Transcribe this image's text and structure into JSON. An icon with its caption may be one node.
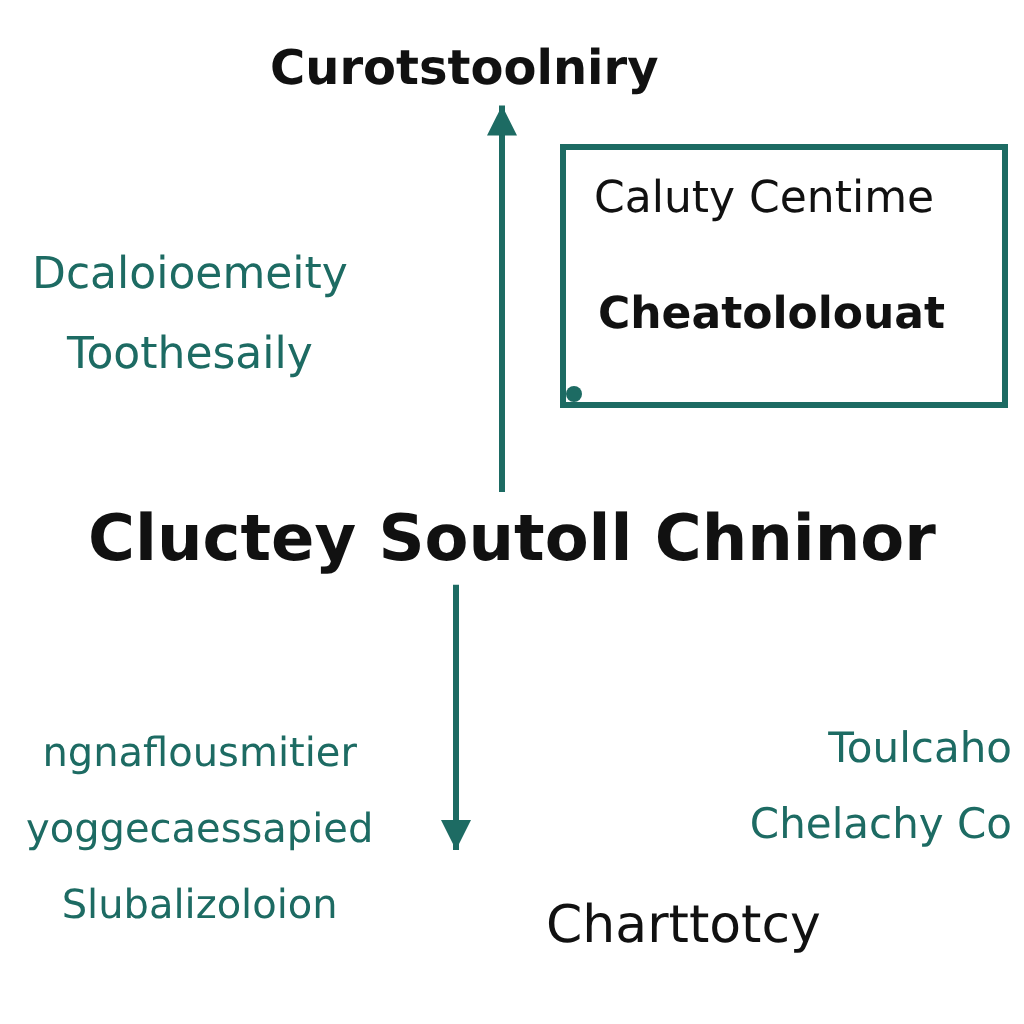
{
  "diagram": {
    "nodes": [
      {
        "text": [
          "Curotstoolniry"
        ]
      },
      {
        "text": [
          "Caluty Centime",
          "Cheatololouat"
        ]
      },
      {
        "text": [
          "Cluctey Soutoll Chninor"
        ]
      }
    ],
    "edges": [
      {
        "from": 2,
        "to": 0,
        "arrow": "to"
      },
      {
        "from": 2,
        "to": null,
        "arrow": "to"
      }
    ],
    "labels": [
      "Dcaloioemeity Toothesaily",
      "ngnaflousmitier yoggecaessapied Slubalizoloion",
      "Toulcaho Chelachy Co",
      "Charttotcy"
    ]
  }
}
